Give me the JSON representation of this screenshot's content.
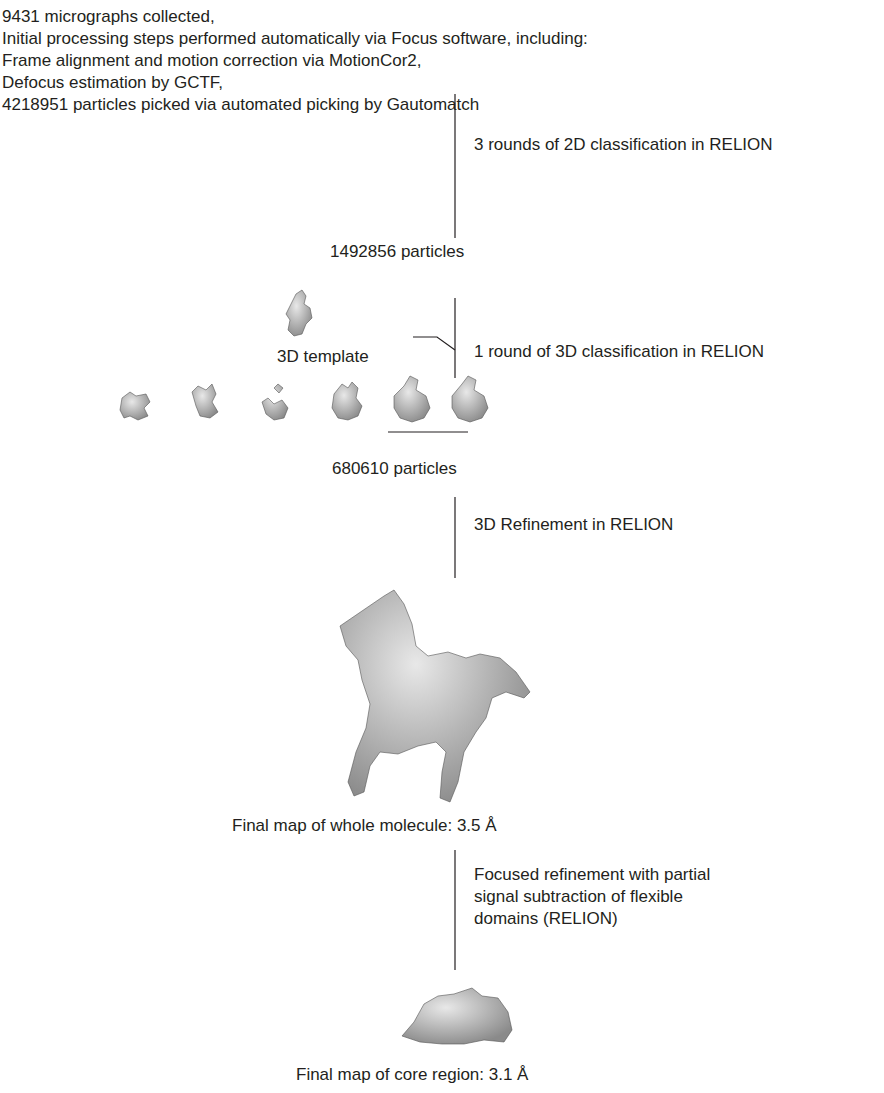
{
  "diagram": {
    "labels": [
      "9431 micrographs collected,",
      "Initial processing steps performed automatically via Focus software, including:",
      "Frame alignment and motion correction via MotionCor2,",
      "Defocus estimation by GCTF,",
      "4218951 particles picked via automated picking by Gautomatch",
      "3 rounds of 2D classification in RELION",
      "1492856 particles",
      "3D template",
      "1 round of 3D classification in RELION",
      "680610 particles",
      "3D Refinement in RELION",
      "Final map of whole molecule: 3.5 Å",
      "Focused refinement with partial signal subtraction of flexible domains (RELION)",
      "Final map of core region: 3.1 Å"
    ]
  }
}
